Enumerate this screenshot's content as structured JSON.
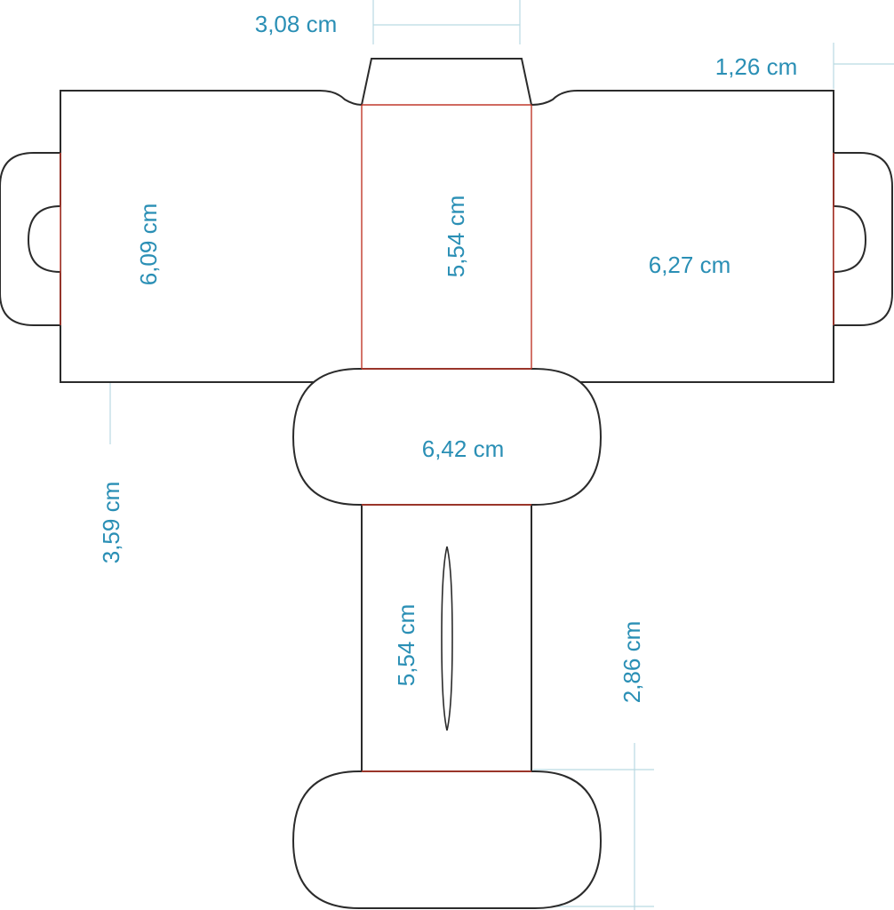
{
  "colors": {
    "cut_line": "#2b2b2b",
    "fold_line": "#c0392b",
    "dimension_text": "#2a8fb5",
    "guide_line": "#b9d9e2"
  },
  "dimensions": {
    "top_tab_width": "3,08 cm",
    "side_tab_width": "1,26 cm",
    "left_panel_height": "6,09 cm",
    "center_panel_height": "5,54 cm",
    "right_panel_width": "6,27 cm",
    "bottom_oval_width": "6,42 cm",
    "left_offset": "3,59 cm",
    "lower_panel_height": "5,54 cm",
    "lower_oval_height": "2,86 cm"
  }
}
